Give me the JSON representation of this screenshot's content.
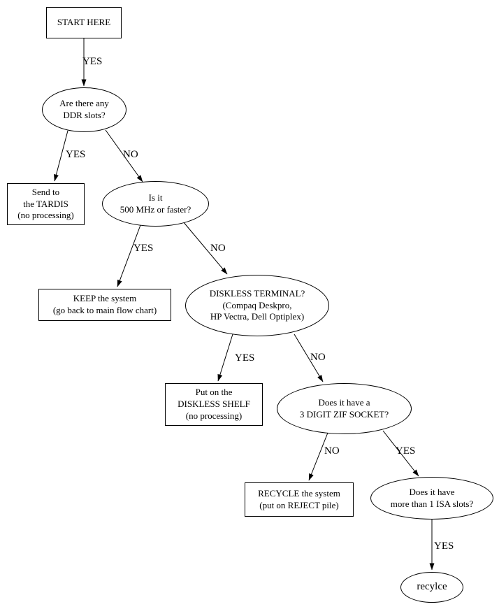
{
  "diagram": {
    "nodes": {
      "start": {
        "text": "START HERE"
      },
      "ddr_slots": {
        "text": "Are there any\nDDR slots?"
      },
      "tardis": {
        "text": "Send to\nthe TARDIS\n(no processing)"
      },
      "mhz": {
        "text": "Is it\n500 MHz or faster?"
      },
      "keep": {
        "text": "KEEP the system\n(go back to main flow chart)"
      },
      "diskless_terminal": {
        "text": "DISKLESS TERMINAL?\n(Compaq Deskpro,\nHP Vectra, Dell Optiplex)"
      },
      "diskless_shelf": {
        "text": "Put on the\nDISKLESS SHELF\n(no processing)"
      },
      "zif_socket": {
        "text": "Does it have a\n3 DIGIT ZIF SOCKET?"
      },
      "recycle": {
        "text": "RECYCLE the system\n(put on REJECT pile)"
      },
      "isa_slots": {
        "text": "Does it have\nmore than 1 ISA slots?"
      },
      "recylce_end": {
        "text": "recylce"
      }
    },
    "edges": {
      "start_to_ddr": "YES",
      "ddr_to_tardis": "YES",
      "ddr_to_mhz": "NO",
      "mhz_to_keep": "YES",
      "mhz_to_diskless": "NO",
      "diskless_to_shelf": "YES",
      "diskless_to_zif": "NO",
      "zif_to_recycle": "NO",
      "zif_to_isa": "YES",
      "isa_to_recylce": "YES"
    },
    "colors": {
      "line": "#000000",
      "background": "#ffffff",
      "text": "#000000"
    }
  }
}
